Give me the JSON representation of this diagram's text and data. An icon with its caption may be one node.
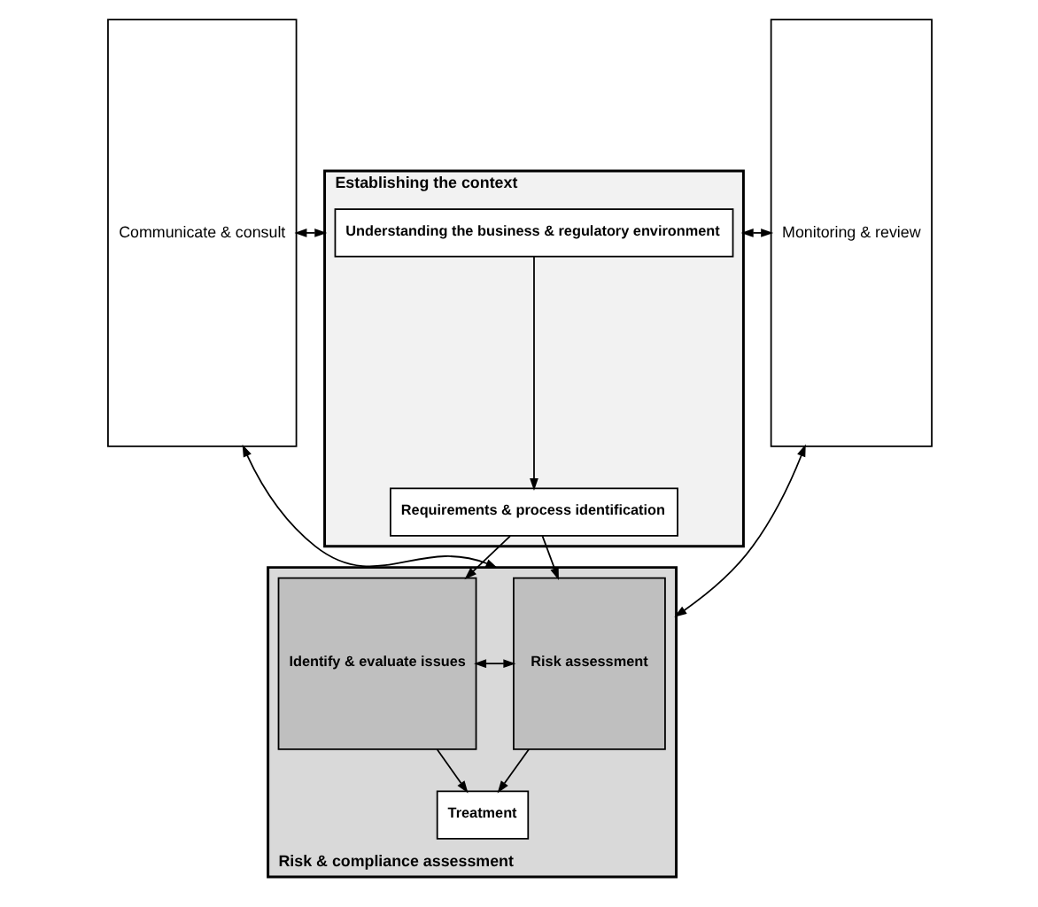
{
  "diagram": {
    "nodes": [
      {
        "text": [
          "Communicate & consult"
        ]
      },
      {
        "text": [
          "Establishing the context"
        ]
      },
      {
        "text": [
          "Understanding the business & regulatory environment"
        ],
        "in": 1
      },
      {
        "text": [
          "Requirements & process identification"
        ],
        "in": 1
      },
      {
        "text": [
          "Risk & compliance assessment"
        ]
      },
      {
        "text": [
          "Risk assessment"
        ],
        "in": 4
      },
      {
        "text": [
          "Identify & evaluate issues"
        ],
        "in": 4
      },
      {
        "text": [
          "Treatment"
        ],
        "in": 4
      },
      {
        "text": [
          "Monitoring & review"
        ]
      }
    ],
    "edges": [
      {
        "from": 2,
        "to": 3,
        "arrow": "to"
      },
      {
        "from": 0,
        "to": 1,
        "arrow": "both"
      },
      {
        "from": 1,
        "to": 8,
        "arrow": "both"
      },
      {
        "from": 3,
        "to": 5,
        "arrow": "to"
      },
      {
        "from": 3,
        "to": 6,
        "arrow": "to"
      },
      {
        "from": 0,
        "to": 4,
        "arrow": "both"
      },
      {
        "from": 5,
        "to": 6,
        "arrow": "both"
      },
      {
        "from": 4,
        "to": 8,
        "arrow": "both"
      },
      {
        "from": 5,
        "to": 7,
        "arrow": "to"
      },
      {
        "from": 6,
        "to": 7,
        "arrow": "to"
      }
    ]
  }
}
